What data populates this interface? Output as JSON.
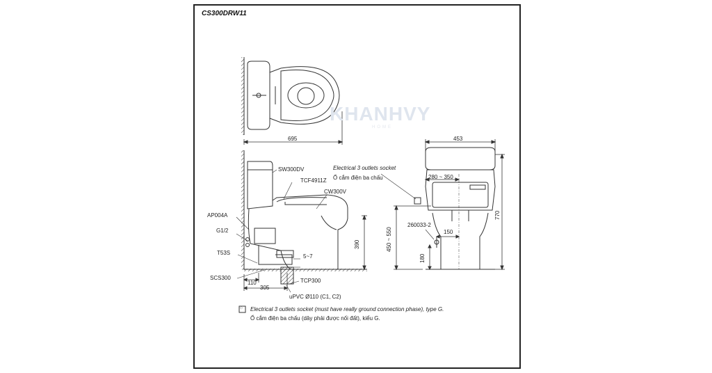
{
  "title": "CS300DRW11",
  "watermark": {
    "main": "KHANHVY",
    "sub": "HOME"
  },
  "top_view": {
    "width_dim": "695"
  },
  "side_view": {
    "labels": {
      "sw": "SW300DV",
      "tcf": "TCF4911Z",
      "cw": "CW300V",
      "ap": "AP004A",
      "g": "G1/2",
      "t53": "T53S",
      "scs": "SCS300",
      "tcp": "TCP300",
      "pipe": "uPVC Ø110 (C1, C2)"
    },
    "dims": {
      "d390": "390",
      "d5_7": "5~7",
      "d110": "110",
      "d305": "305"
    }
  },
  "socket": {
    "en": "Electrical 3 outlets socket",
    "vi": "Ổ cắm điện ba chấu"
  },
  "socket_dims": {
    "range1": "450 ~ 550",
    "range2": "280 ~ 350"
  },
  "front_view": {
    "dims": {
      "w453": "453",
      "h770": "770",
      "d150": "150",
      "d180": "180"
    },
    "valve": "260033-2"
  },
  "notes": {
    "symbol": "⁘",
    "en": "Electrical 3 outlets socket (must have really ground connection phase), type G.",
    "vi": "Ổ cắm điện ba chấu (dây phải được nối đất), kiểu G."
  }
}
